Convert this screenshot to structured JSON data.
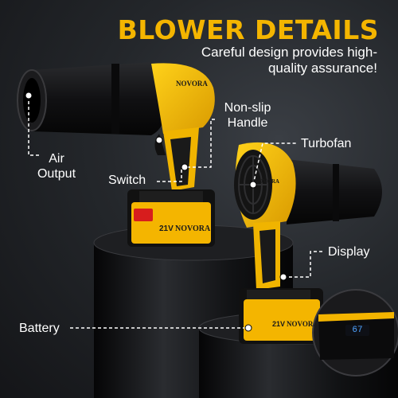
{
  "header": {
    "title": "BLOWER DETAILS",
    "subtitle": "Careful design provides high-quality assurance!"
  },
  "labels": {
    "air_output": "Air Output",
    "switch": "Switch",
    "non_slip_handle": "Non-slip Handle",
    "turbofan": "Turbofan",
    "display": "Display",
    "battery": "Battery"
  },
  "product": {
    "brand": "NOVORA",
    "battery_voltage": "21V",
    "battery_brand": "NOVORA",
    "display_reading": "67"
  },
  "colors": {
    "accent": "#f4b500",
    "text": "#ffffff",
    "background": "#1c1e22"
  }
}
